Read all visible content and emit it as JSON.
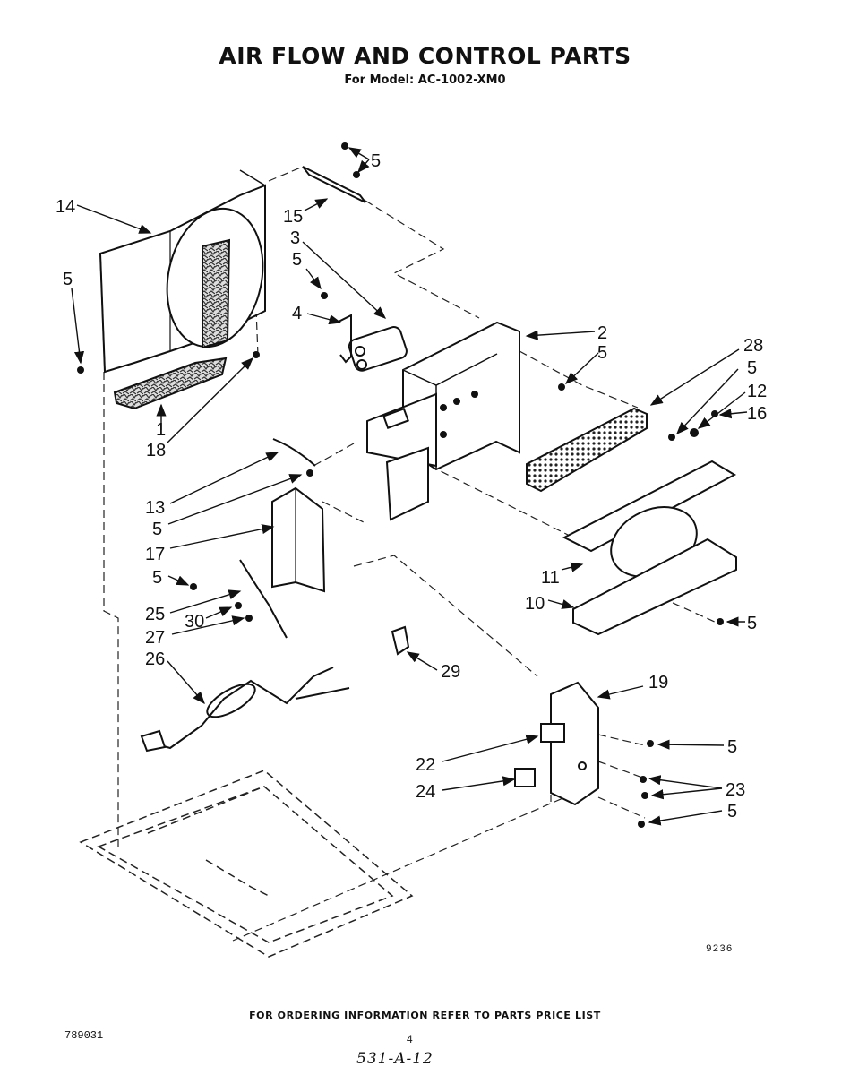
{
  "header": {
    "title": "AIR FLOW AND CONTROL PARTS",
    "subtitle": "For Model: AC-1002-XM0"
  },
  "callouts": [
    {
      "id": "c-5-top",
      "text": "5"
    },
    {
      "id": "c-14",
      "text": "14"
    },
    {
      "id": "c-15",
      "text": "15"
    },
    {
      "id": "c-3",
      "text": "3"
    },
    {
      "id": "c-5-a",
      "text": "5"
    },
    {
      "id": "c-5-left",
      "text": "5"
    },
    {
      "id": "c-4",
      "text": "4"
    },
    {
      "id": "c-2",
      "text": "2"
    },
    {
      "id": "c-5-b",
      "text": "5"
    },
    {
      "id": "c-28",
      "text": "28"
    },
    {
      "id": "c-5-c",
      "text": "5"
    },
    {
      "id": "c-12",
      "text": "12"
    },
    {
      "id": "c-16",
      "text": "16"
    },
    {
      "id": "c-1",
      "text": "1"
    },
    {
      "id": "c-18",
      "text": "18"
    },
    {
      "id": "c-13",
      "text": "13"
    },
    {
      "id": "c-5-d",
      "text": "5"
    },
    {
      "id": "c-17",
      "text": "17"
    },
    {
      "id": "c-5-e",
      "text": "5"
    },
    {
      "id": "c-11",
      "text": "11"
    },
    {
      "id": "c-10",
      "text": "10"
    },
    {
      "id": "c-5-f",
      "text": "5"
    },
    {
      "id": "c-25",
      "text": "25"
    },
    {
      "id": "c-30",
      "text": "30"
    },
    {
      "id": "c-27",
      "text": "27"
    },
    {
      "id": "c-26",
      "text": "26"
    },
    {
      "id": "c-29",
      "text": "29"
    },
    {
      "id": "c-19",
      "text": "19"
    },
    {
      "id": "c-5-g",
      "text": "5"
    },
    {
      "id": "c-22",
      "text": "22"
    },
    {
      "id": "c-23",
      "text": "23"
    },
    {
      "id": "c-24",
      "text": "24"
    },
    {
      "id": "c-5-h",
      "text": "5"
    }
  ],
  "figure_number": "9236",
  "footer": {
    "ordering_note": "FOR ORDERING INFORMATION REFER TO PARTS PRICE LIST",
    "doc_number": "789031",
    "page_number": "4",
    "handwritten_note": "531-A-12"
  }
}
